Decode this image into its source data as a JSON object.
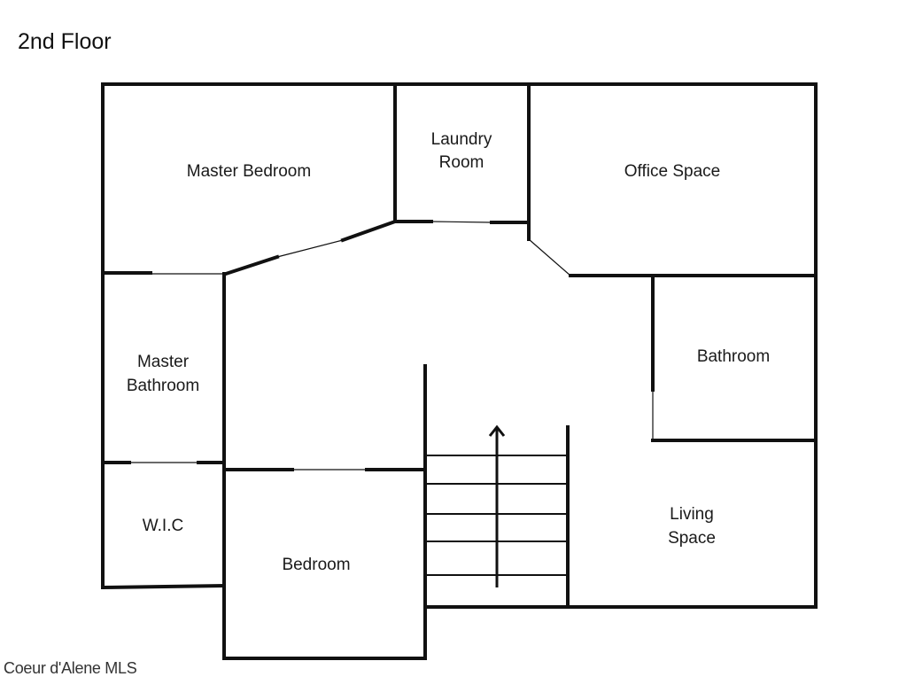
{
  "title": "2nd Floor",
  "watermark": "Coeur d'Alene MLS",
  "rooms": {
    "master_bedroom": "Master Bedroom",
    "laundry_line1": "Laundry",
    "laundry_line2": "Room",
    "office": "Office Space",
    "master_bath_line1": "Master",
    "master_bath_line2": "Bathroom",
    "bathroom": "Bathroom",
    "wic": "W.I.C",
    "bedroom": "Bedroom",
    "living_line1": "Living",
    "living_line2": "Space"
  }
}
